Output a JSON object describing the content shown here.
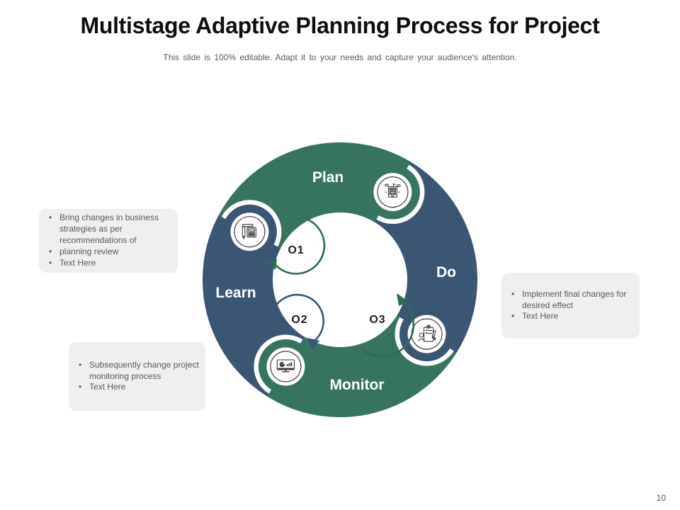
{
  "slide": {
    "title": "Multistage Adaptive Planning Process for Project",
    "subtitle": "This slide is 100% editable. Adapt it to your needs and capture your audience's attention.",
    "page_number": "10"
  },
  "colors": {
    "green": "#377460",
    "blue": "#3A5673",
    "arrow_green": "#2E6B55",
    "arrow_blue": "#36567A",
    "ink": "#3d3d3d",
    "box_bg": "#EFEFEF",
    "body_text": "#595959",
    "title_text": "#0E0E0E"
  },
  "cycle": {
    "segments": [
      {
        "label": "Plan",
        "color": "green",
        "icon": "blueprint-building-icon",
        "icon_letters": [
          "R",
          "B"
        ]
      },
      {
        "label": "Do",
        "color": "blue",
        "icon": "person-clipboard-icon"
      },
      {
        "label": "Monitor",
        "color": "green",
        "icon": "dashboard-monitor-icon"
      },
      {
        "label": "Learn",
        "color": "blue",
        "icon": "calculator-pen-icon"
      }
    ],
    "arrows": [
      {
        "label": "O1",
        "color": "green"
      },
      {
        "label": "O2",
        "color": "blue"
      },
      {
        "label": "O3",
        "color": "green"
      }
    ]
  },
  "boxes": {
    "left": {
      "bullets": [
        "Bring changes in business strategies as per recommendations of",
        "planning review",
        "Text Here"
      ]
    },
    "bottom": {
      "bullets": [
        "Subsequently change project monitoring process",
        "Text Here"
      ]
    },
    "right": {
      "bullets": [
        "Implement final changes for desired effect",
        "Text Here"
      ]
    }
  }
}
